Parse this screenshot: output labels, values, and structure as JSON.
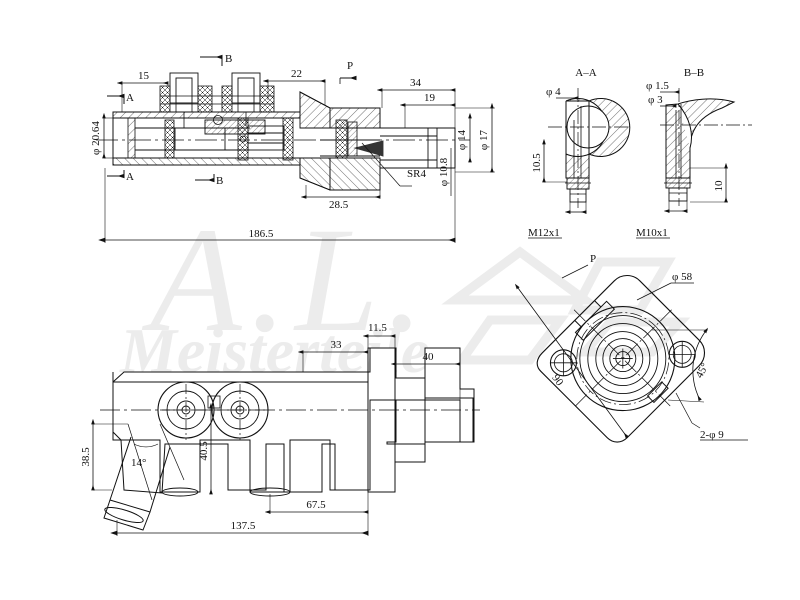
{
  "document": {
    "type": "engineering-drawing",
    "subject": "Brake master cylinder",
    "watermark_script": "A.L.",
    "watermark_word": "Meisterteile"
  },
  "views": {
    "main_section": {
      "name": "Main longitudinal section",
      "labels": {
        "bore_dia": "φ 20.64",
        "dim_15": "15",
        "dim_22": "22",
        "dim_34": "34",
        "dim_19": "19",
        "dim_28_5": "28.5",
        "overall_length": "186.5",
        "rod_dia_14": "φ 14",
        "rod_dia_17": "φ 17",
        "hole_dia_10_8": "φ 10.8",
        "radius_sr4": "SR4",
        "port_p": "P",
        "section_a_mark": "A",
        "section_b_mark": "B"
      }
    },
    "section_aa": {
      "title": "A–A",
      "labels": {
        "dia_4": "φ 4",
        "depth_10_5": "10.5",
        "thread": "M12x1"
      }
    },
    "section_bb": {
      "title": "B–B",
      "labels": {
        "dia_1_5": "φ 1.5",
        "dia_3": "φ 3",
        "depth_10": "10",
        "thread": "M10x1"
      }
    },
    "bottom_view": {
      "name": "Bottom exterior view",
      "labels": {
        "dim_11_5": "11.5",
        "dim_33": "33",
        "dim_40": "40",
        "dim_38_5": "38.5",
        "dim_40_5": "40.5",
        "angle_14": "14°",
        "dim_67_5": "67.5",
        "dim_137_5": "137.5"
      }
    },
    "flange_view": {
      "name": "Mounting flange end view",
      "labels": {
        "port_p": "P",
        "dia_58": "φ 58",
        "bolt_span_90": "90",
        "angle_45": "45°",
        "holes_2_9": "2-φ 9"
      }
    }
  },
  "colors": {
    "line": "#111111",
    "paper": "#ffffff",
    "watermark": "#ececec"
  }
}
